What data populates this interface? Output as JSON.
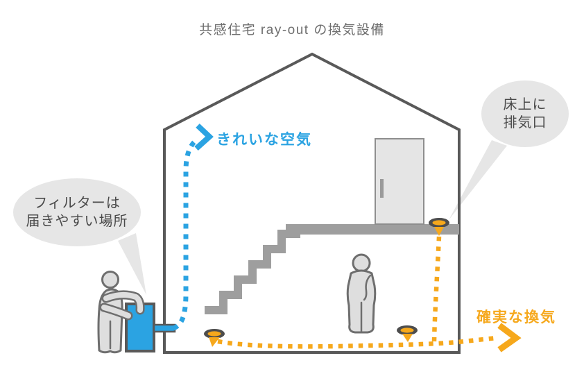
{
  "title": "共感住宅 ray-out の換気設備",
  "labels": {
    "clean_air": "きれいな空気",
    "reliable_ventilation": "確実な換気"
  },
  "bubbles": {
    "filter": {
      "line1": "フィルターは",
      "line2": "届きやすい場所"
    },
    "exhaust_outlet": {
      "line1": "床上に",
      "line2": "排気口"
    }
  },
  "icons": {
    "clean_air_arrow": "chevron-up-right",
    "ventilation_arrow": "chevron-right",
    "floor_vent": "oval-vent-with-down-triangle",
    "filter_unit": "blue-box",
    "supply_pipe": "wall-pipe"
  },
  "colors": {
    "blue": "#2BA3E2",
    "orange": "#F6A81C",
    "outline": "#595959",
    "slab-gray": "#9E9E9E",
    "bubble-gray": "#E6E6E6",
    "door-gray": "#E5E5E5",
    "person-fill": "#DEDEDE",
    "person-stroke": "#6E6E6E",
    "text-gray": "#4A4A4A",
    "title-gray": "#6E6E6E",
    "vent-ring": "#4D4D4D"
  }
}
